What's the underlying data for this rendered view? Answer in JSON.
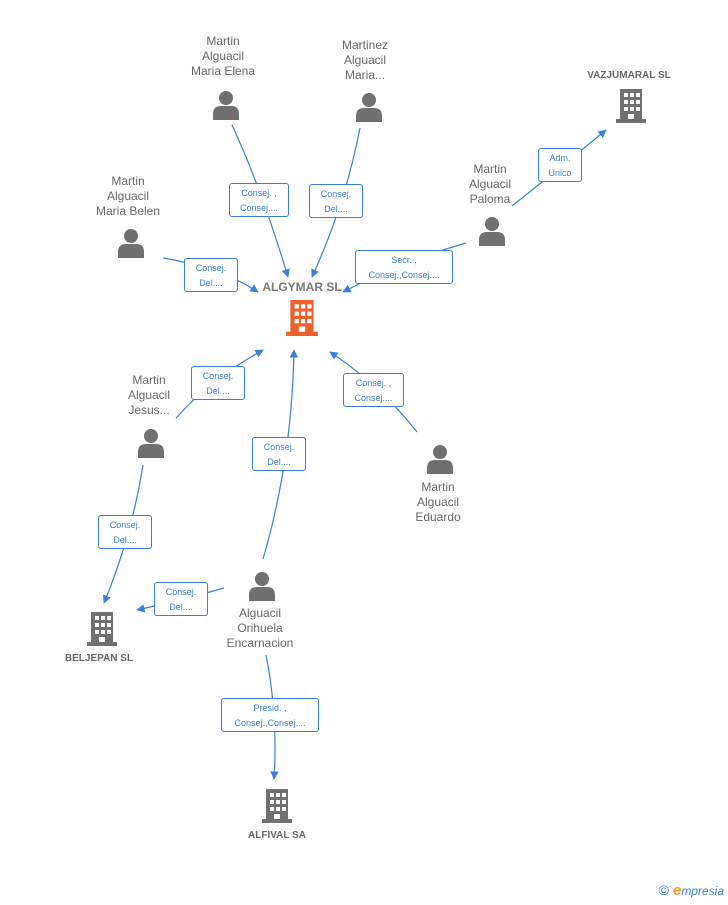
{
  "company": {
    "name": "ALGYMAR SL"
  },
  "people": [
    {
      "id": "p1",
      "name": [
        "Martin",
        "Alguacil",
        "Maria Elena"
      ]
    },
    {
      "id": "p2",
      "name": [
        "Martinez",
        "Alguacil",
        "Maria..."
      ]
    },
    {
      "id": "p3",
      "name": [
        "Martin",
        "Alguacil",
        "Maria Belen"
      ]
    },
    {
      "id": "p4",
      "name": [
        "Martin",
        "Alguacil",
        "Paloma"
      ]
    },
    {
      "id": "p5",
      "name": [
        "Martin",
        "Alguacil",
        "Jesus..."
      ]
    },
    {
      "id": "p6",
      "name": [
        "Martin",
        "Alguacil",
        "Eduardo"
      ]
    },
    {
      "id": "p7",
      "name": [
        "Alguacil",
        "Orihuela",
        "Encarnacion"
      ]
    }
  ],
  "other_companies": [
    {
      "id": "c1",
      "name": "VAZJUMARAL SL"
    },
    {
      "id": "c2",
      "name": "BELJEPAN SL"
    },
    {
      "id": "c3",
      "name": "ALFIVAL SA"
    }
  ],
  "relations": [
    {
      "id": "r1",
      "lines": [
        "Consej. ,",
        "Consej...."
      ]
    },
    {
      "id": "r2",
      "lines": [
        "Consej.",
        "Del...."
      ]
    },
    {
      "id": "r3",
      "lines": [
        "Consej.",
        "Del...."
      ]
    },
    {
      "id": "r4",
      "lines": [
        "Secr. ,",
        "Consej.,Consej...."
      ]
    },
    {
      "id": "r5",
      "lines": [
        "Adm.",
        "Unico"
      ]
    },
    {
      "id": "r6",
      "lines": [
        "Consej.",
        "Del...."
      ]
    },
    {
      "id": "r7",
      "lines": [
        "Consej. ,",
        "Consej...."
      ]
    },
    {
      "id": "r8",
      "lines": [
        "Consej.",
        "Del...."
      ]
    },
    {
      "id": "r9",
      "lines": [
        "Consej.",
        "Del...."
      ]
    },
    {
      "id": "r10",
      "lines": [
        "Consej.",
        "Del...."
      ]
    },
    {
      "id": "r11",
      "lines": [
        "Presid. ,",
        "Consej.,Consej...."
      ]
    }
  ],
  "brand": {
    "symbol": "©",
    "first_letter": "e",
    "rest": "mpresia"
  },
  "colors": {
    "link": "#3a7fd5",
    "node": "#707070",
    "focus": "#f0622d"
  }
}
